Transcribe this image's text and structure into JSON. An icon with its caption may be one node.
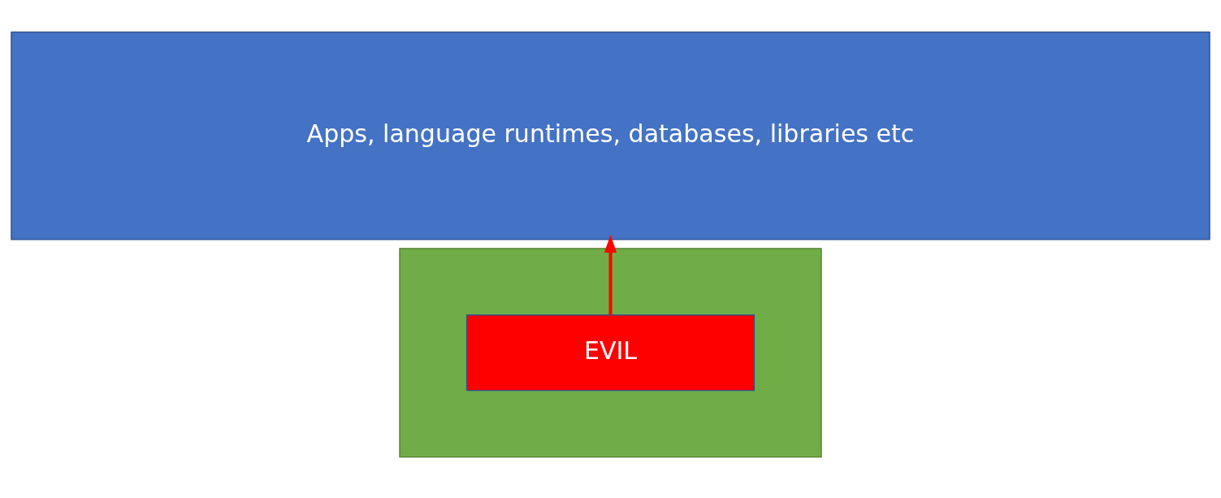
{
  "diagram": {
    "nodes": [
      {
        "text": [
          "Apps, language runtimes, databases, libraries etc"
        ]
      },
      {
        "text": [],
        "shape": "box"
      },
      {
        "text": [
          "EVIL"
        ],
        "in": 1
      }
    ],
    "edges": [
      {
        "from": 2,
        "to": 0,
        "arrow": "to",
        "color": "#ff0000"
      }
    ]
  }
}
